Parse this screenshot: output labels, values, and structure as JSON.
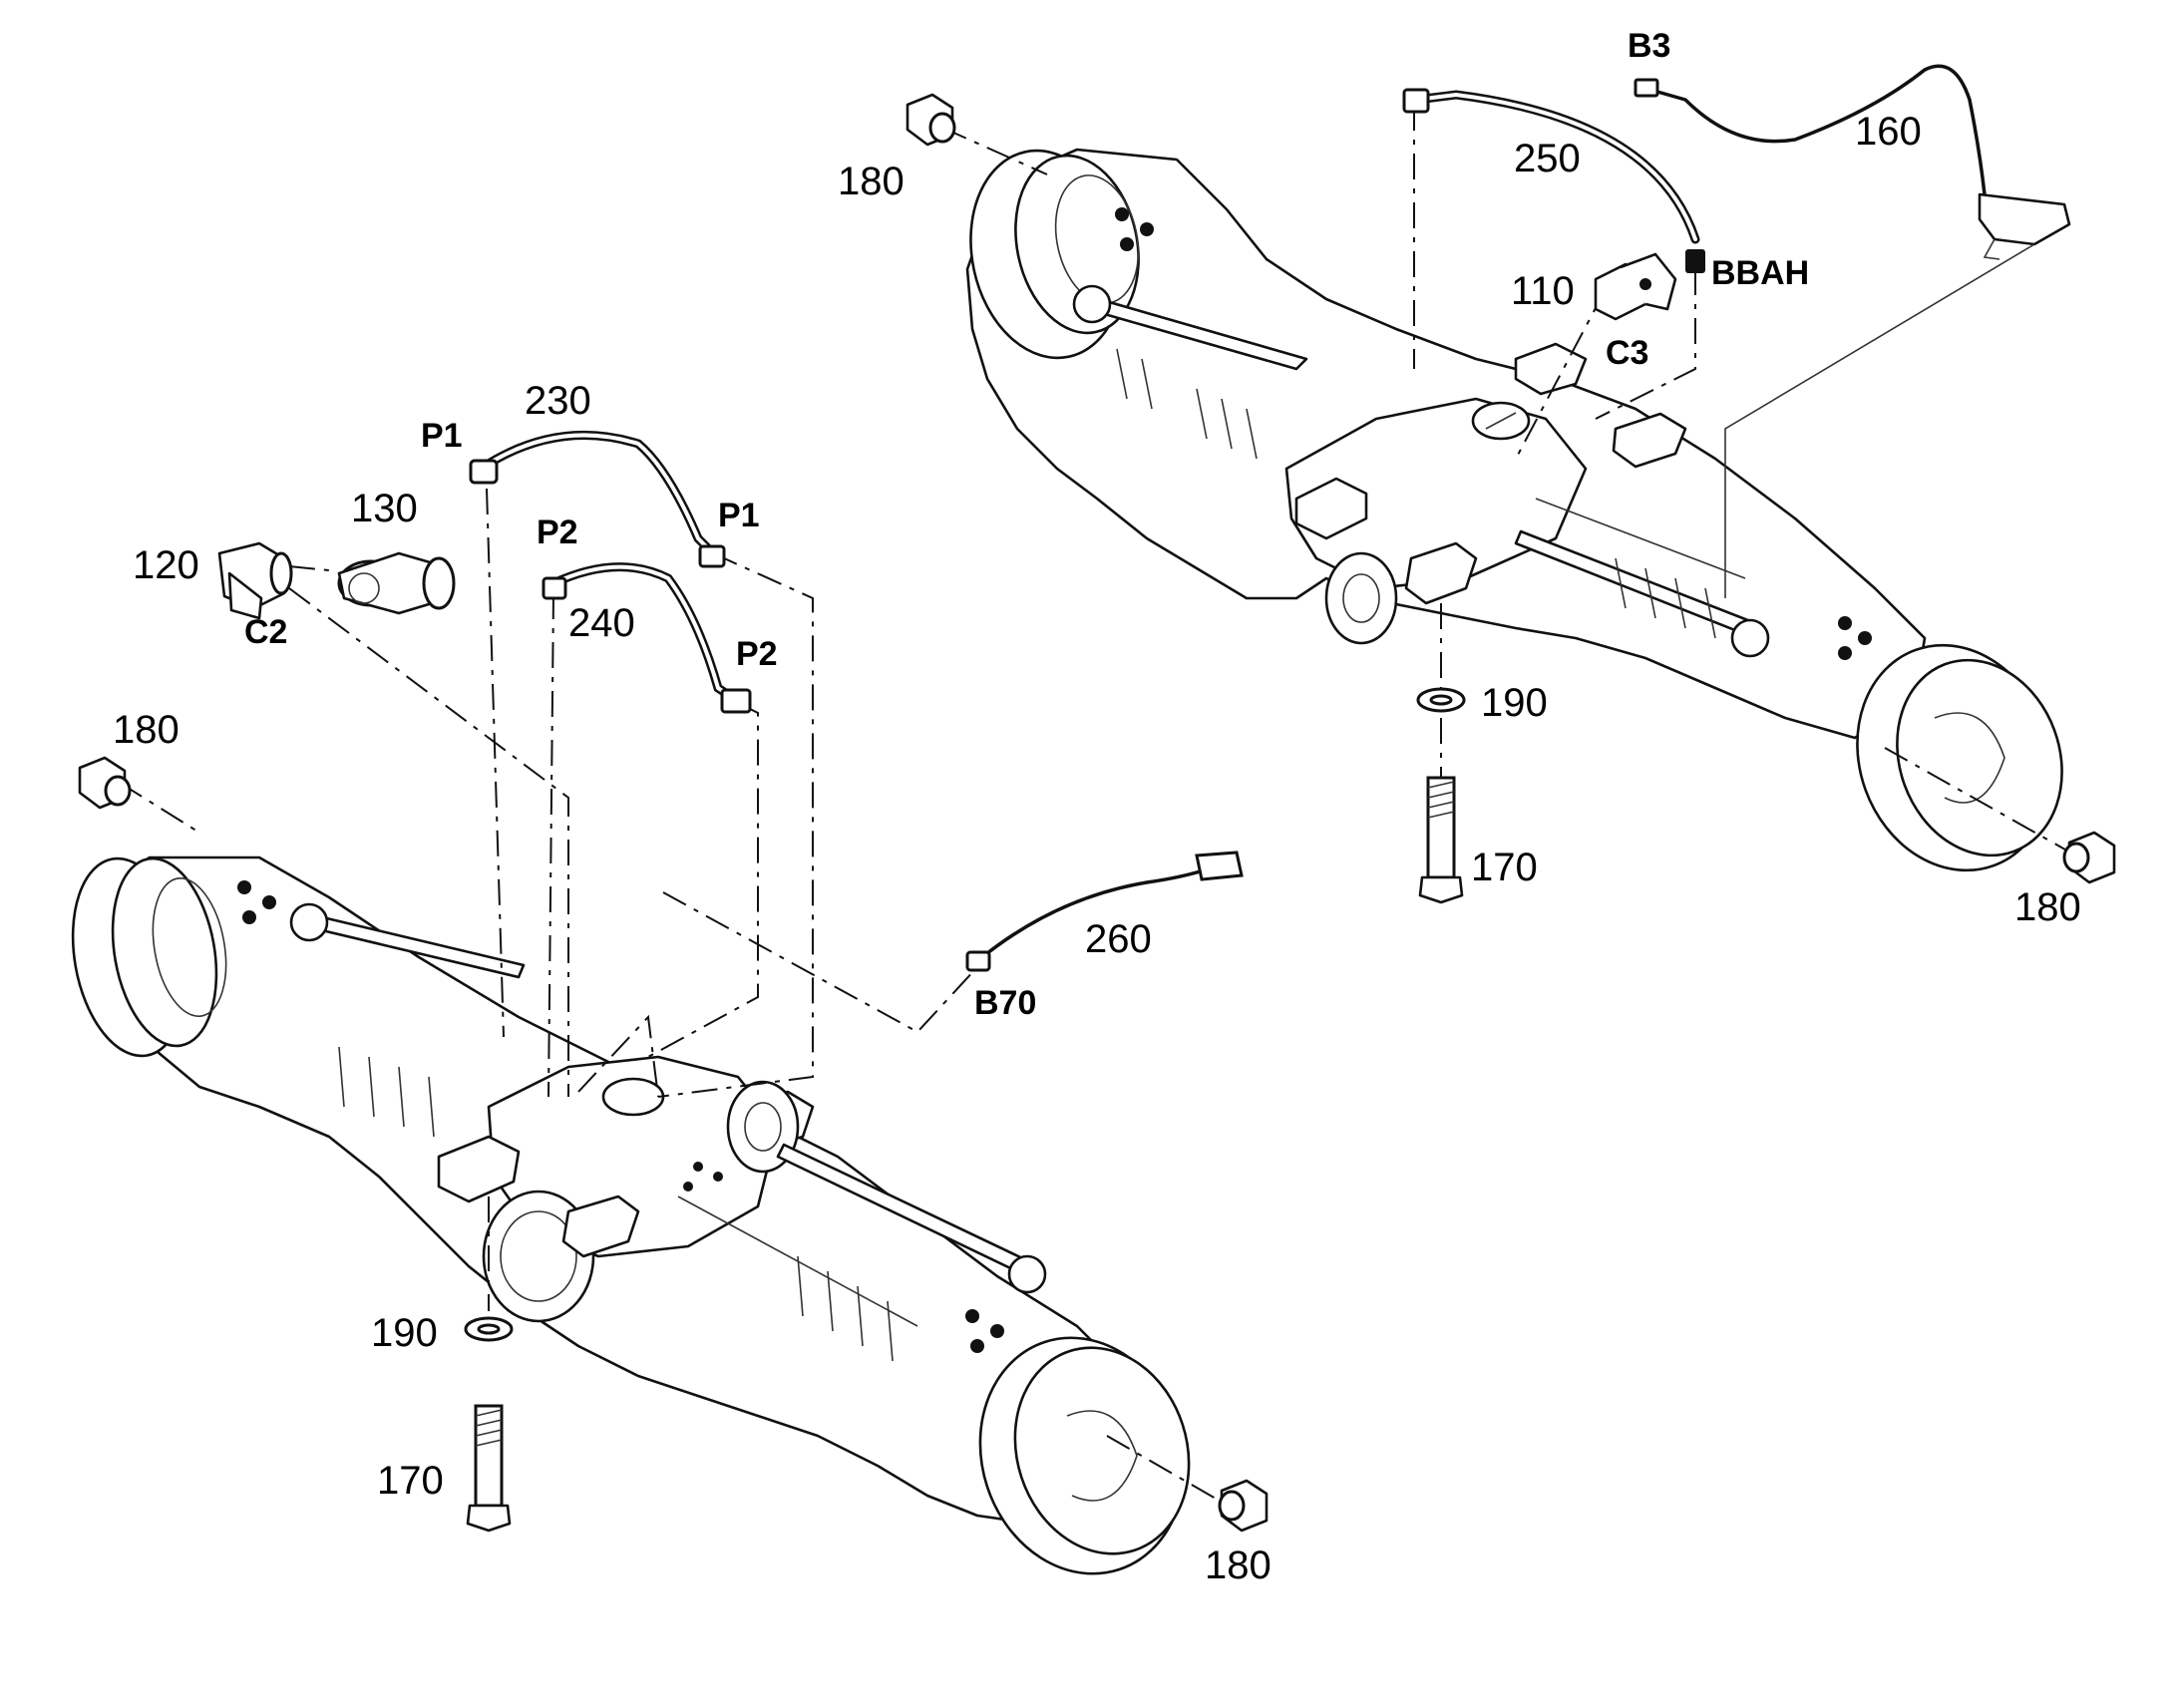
{
  "diagram": {
    "labels": {
      "b3": "B3",
      "n250": "250",
      "n160": "160",
      "n180_top": "180",
      "bbah": "BBAH",
      "n110": "110",
      "c3": "C3",
      "n190_right": "190",
      "n170_right": "170",
      "n180_right": "180",
      "n230": "230",
      "p1_left": "P1",
      "p1_right": "P1",
      "p2_left": "P2",
      "p2_right": "P2",
      "n240": "240",
      "n130": "130",
      "n120": "120",
      "c2": "C2",
      "n180_left": "180",
      "n260": "260",
      "b70": "B70",
      "n190_left": "190",
      "n170_left": "170",
      "n180_bottom": "180"
    }
  }
}
